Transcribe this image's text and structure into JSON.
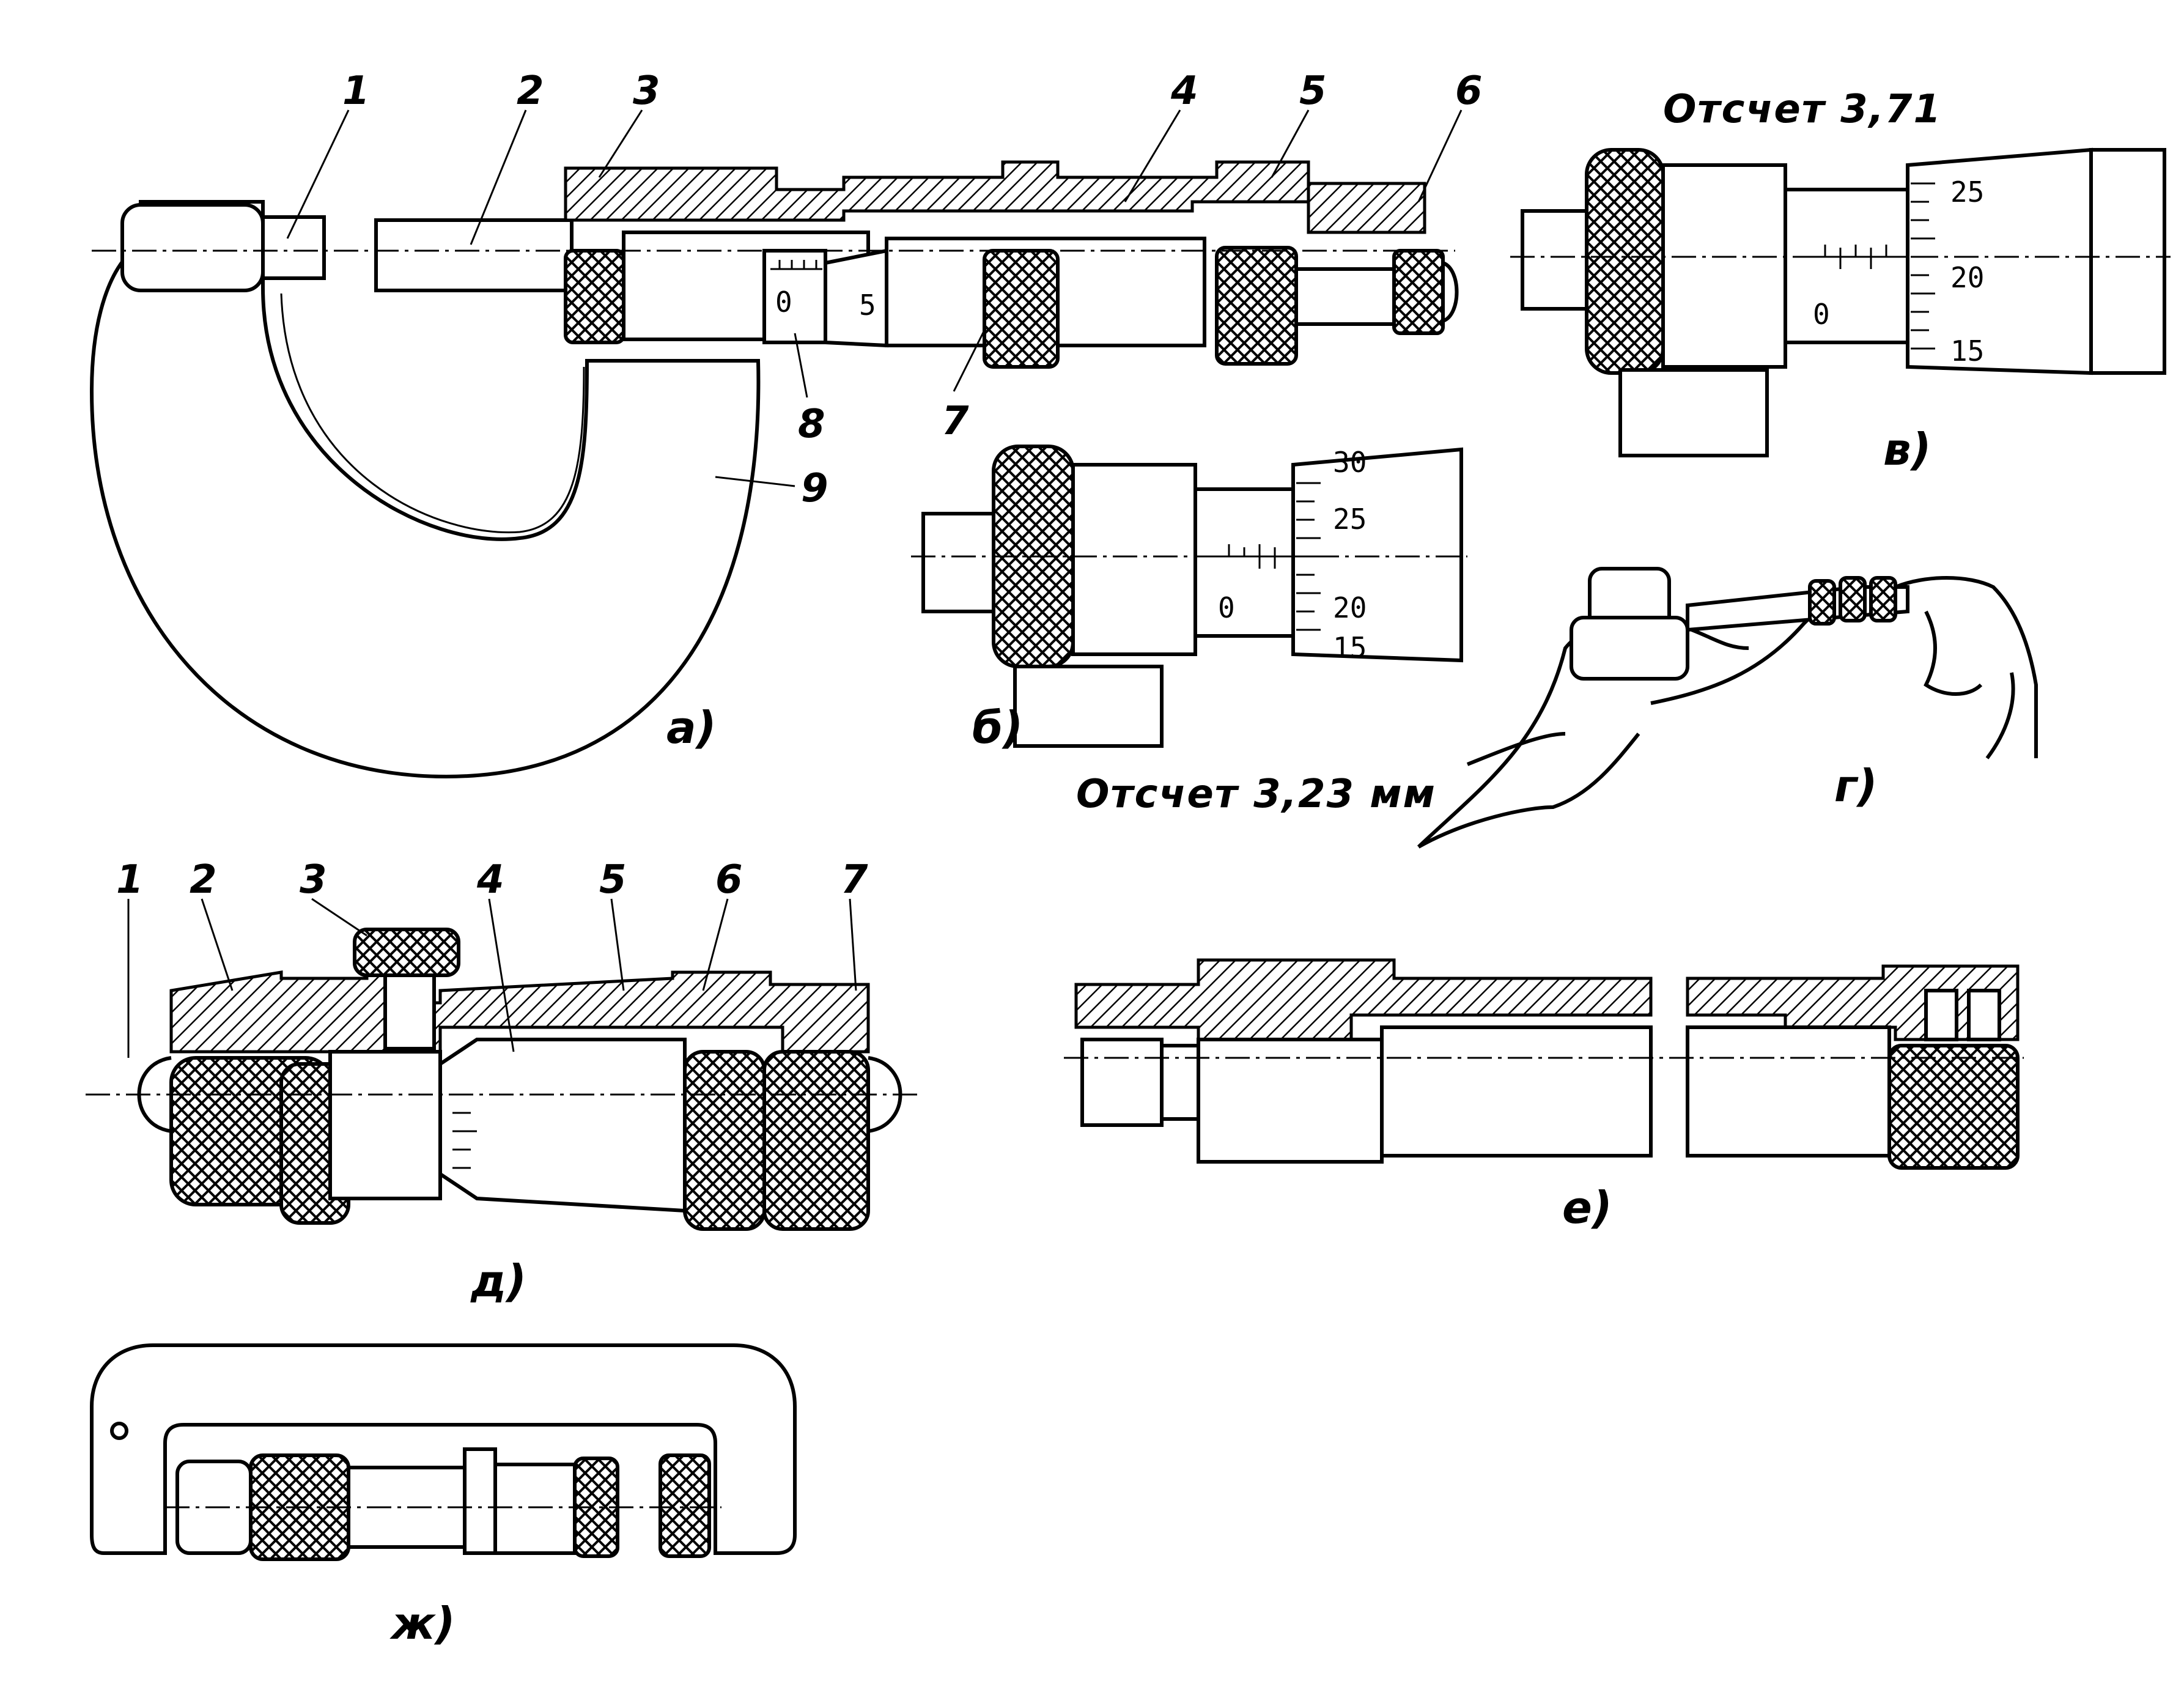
{
  "figure_a": {
    "caption": "а)",
    "part_labels": [
      "1",
      "2",
      "3",
      "4",
      "5",
      "6",
      "7",
      "8",
      "9"
    ],
    "scale_marks": [
      "0",
      "5"
    ]
  },
  "figure_b": {
    "caption": "б)",
    "reading": "Отсчет 3,23 мм",
    "sleeve_zero": "0",
    "thimble_marks": [
      "30",
      "25",
      "20",
      "15"
    ]
  },
  "figure_v": {
    "caption": "в)",
    "reading": "Отсчет 3,71",
    "sleeve_zero": "0",
    "thimble_marks": [
      "25",
      "20",
      "15"
    ]
  },
  "figure_g": {
    "caption": "г)"
  },
  "figure_d": {
    "caption": "д)",
    "part_labels": [
      "1",
      "2",
      "3",
      "4",
      "5",
      "6",
      "7"
    ]
  },
  "figure_e": {
    "caption": "е)"
  },
  "figure_zh": {
    "caption": "ж)"
  }
}
